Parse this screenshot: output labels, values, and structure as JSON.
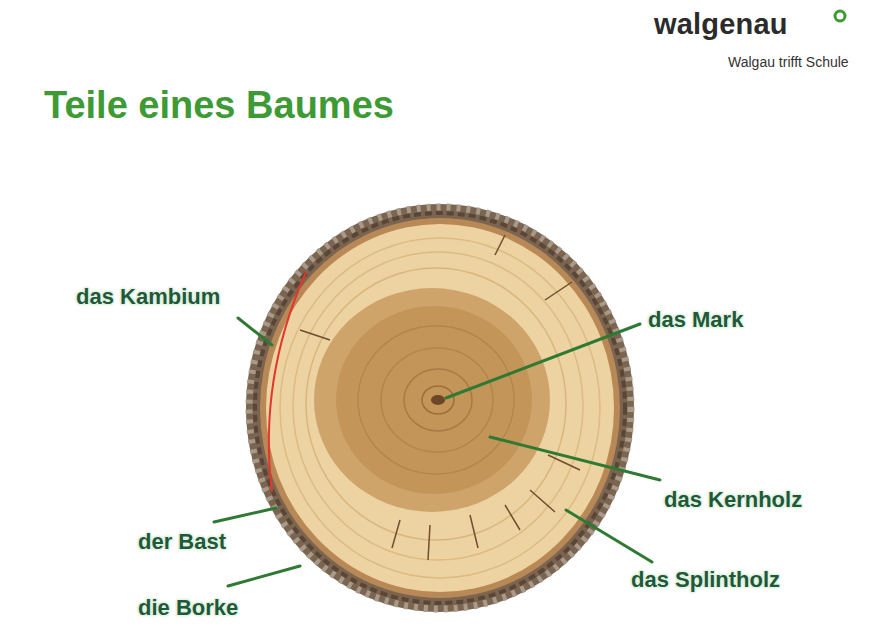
{
  "diagram": {
    "title": "Teile eines Baumes",
    "labels": [
      "walgenau",
      "Walgau trifft Schule",
      "das Kambium",
      "das Mark",
      "das Kernholz",
      "das Splintholz",
      "der Bast",
      "die Borke"
    ]
  }
}
